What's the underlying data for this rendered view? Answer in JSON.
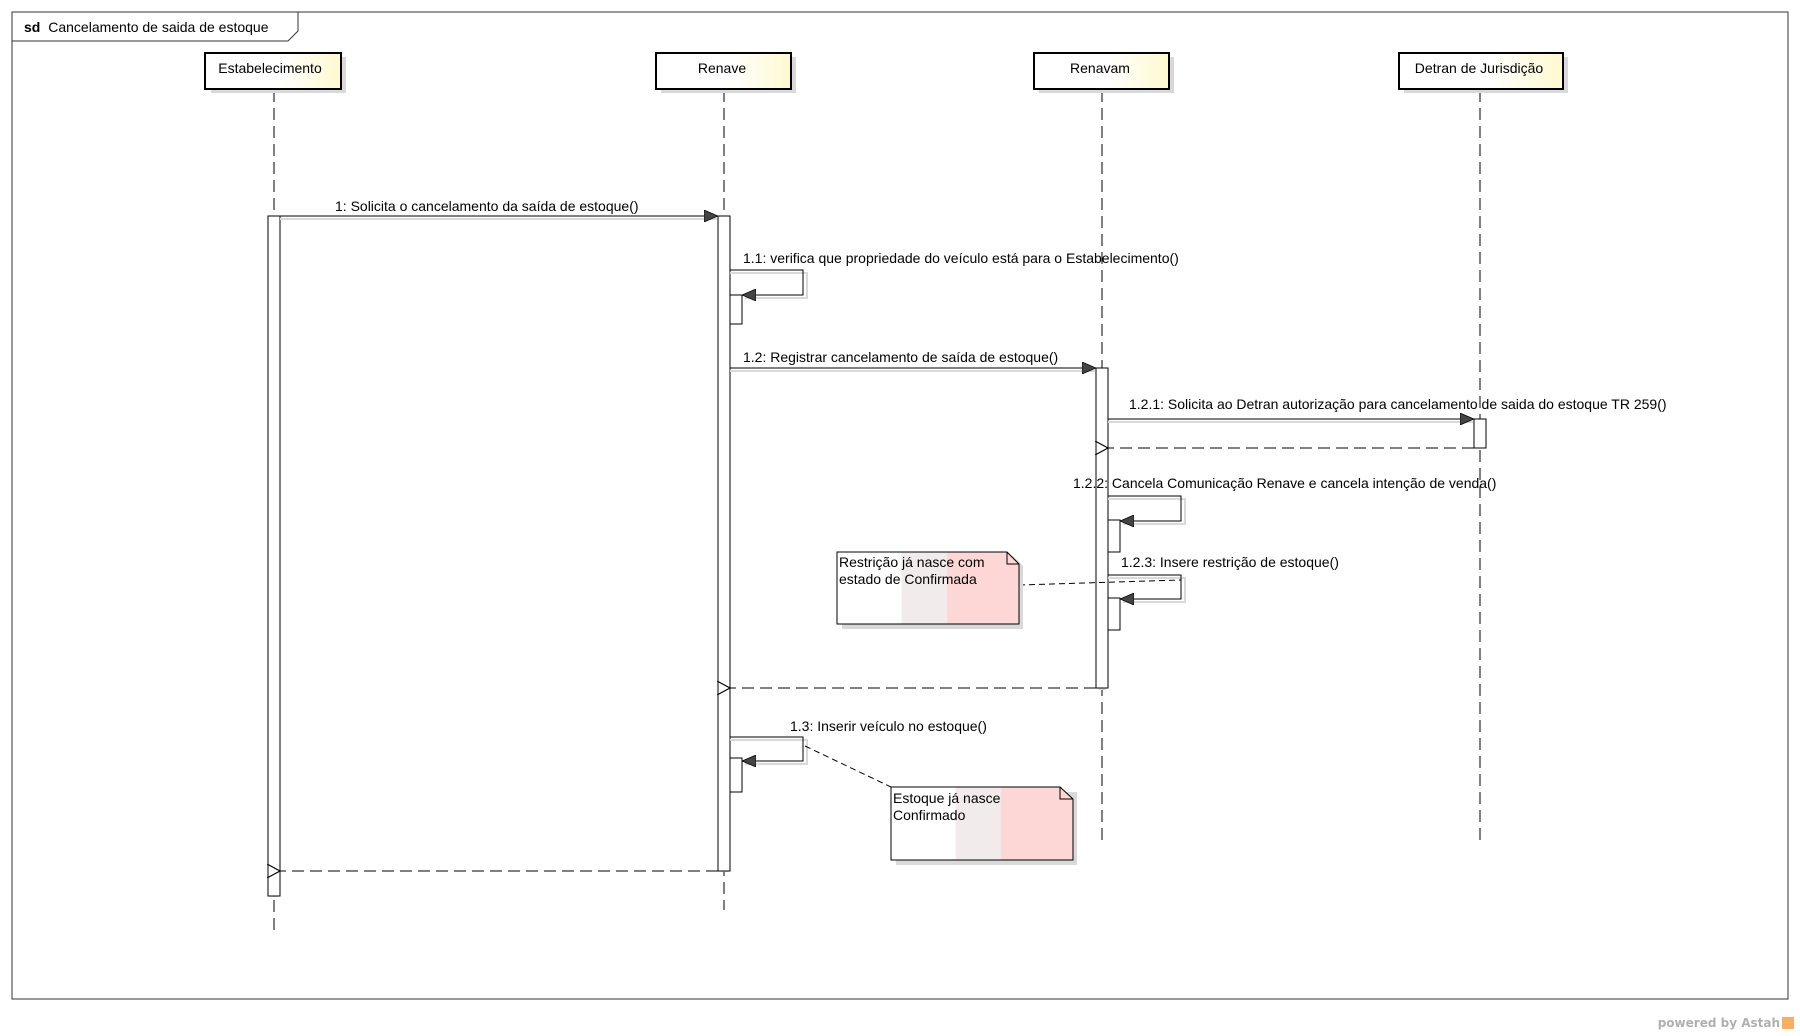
{
  "frame": {
    "keyword": "sd",
    "title": "Cancelamento de saida de estoque"
  },
  "lifelines": [
    {
      "id": "estabelecimento",
      "label": "Estabelecimento"
    },
    {
      "id": "renave",
      "label": "Renave"
    },
    {
      "id": "renavam",
      "label": "Renavam"
    },
    {
      "id": "detran",
      "label": "Detran de Jurisdição"
    }
  ],
  "messages": [
    {
      "id": "m1",
      "label": "1: Solicita o cancelamento da saída de estoque()"
    },
    {
      "id": "m1_1",
      "label": "1.1: verifica que propriedade do veículo está para o Estabelecimento()"
    },
    {
      "id": "m1_2",
      "label": "1.2: Registrar cancelamento de saída de estoque()"
    },
    {
      "id": "m1_2_1",
      "label": "1.2.1: Solicita ao Detran autorização para cancelamento de saida do estoque TR 259()"
    },
    {
      "id": "m1_2_2",
      "label": "1.2.2: Cancela Comunicação Renave e cancela intenção de venda()"
    },
    {
      "id": "m1_2_3",
      "label": "1.2.3: Insere restrição de estoque()"
    },
    {
      "id": "m1_3",
      "label": "1.3: Inserir veículo no estoque()"
    }
  ],
  "notes": [
    {
      "id": "note1",
      "lines": [
        "Restrição já nasce com",
        "estado de Confirmada"
      ]
    },
    {
      "id": "note2",
      "lines": [
        "Estoque já nasce",
        "Confirmado"
      ]
    }
  ],
  "footer": {
    "powered_by": "powered by Astah"
  },
  "colors": {
    "lifeline_fill": "#fffbe0",
    "note_fill": "#fde3e3",
    "stroke": "#000000"
  }
}
